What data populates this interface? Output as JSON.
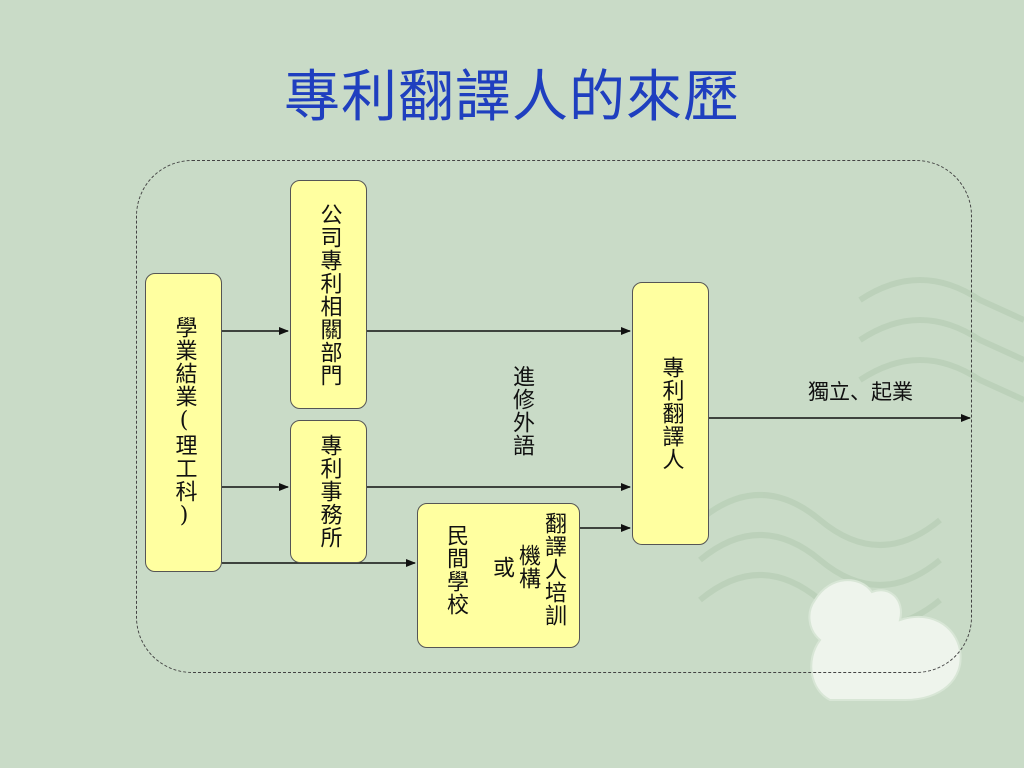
{
  "slide": {
    "title": "專利翻譯人的來歷"
  },
  "diagram": {
    "graduation": "學業結業(理工科)",
    "company_patent_dept": "公司專利相關部門",
    "patent_office": "專利事務所",
    "school_line1": "民間學校",
    "school_line2": "或",
    "school_line3": "機構",
    "school_line4": "翻譯人培訓",
    "patent_translator": "專利翻譯人",
    "study_language": "進修外語",
    "independent_startup": "獨立、起業"
  },
  "colors": {
    "background": "#c9dbc7",
    "title": "#1f3fbf",
    "box_fill": "#ffffa0"
  }
}
